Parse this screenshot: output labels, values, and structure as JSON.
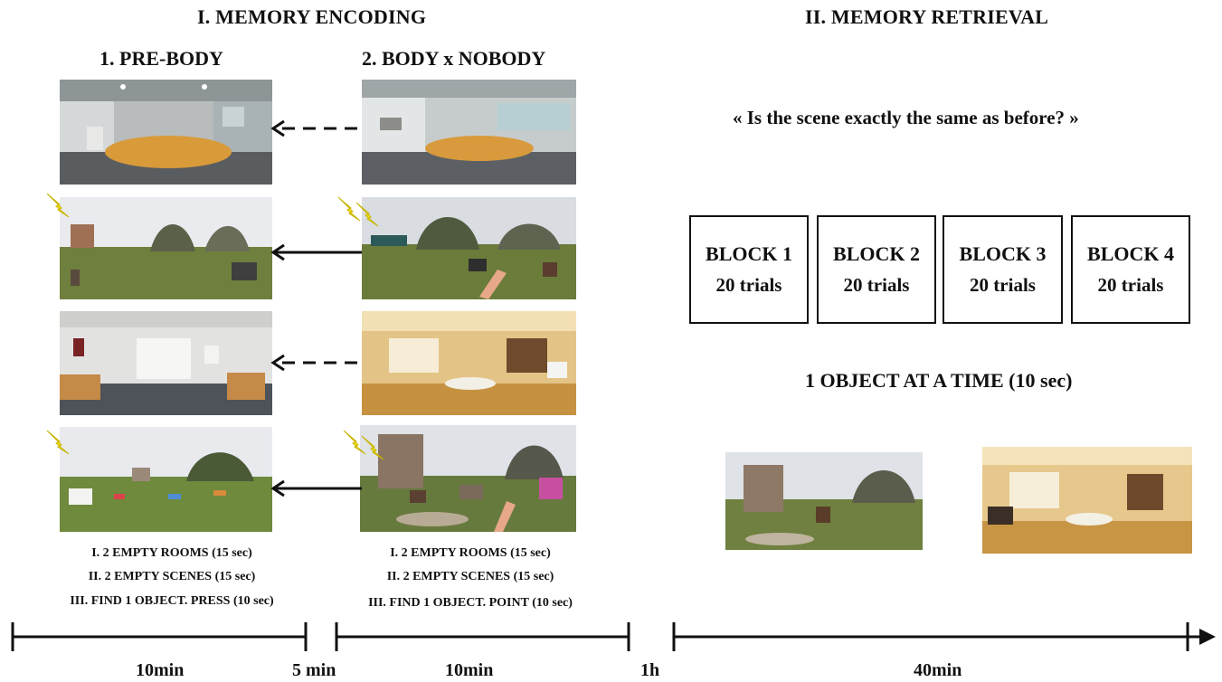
{
  "encoding": {
    "title": "I. MEMORY ENCODING",
    "prebody": {
      "heading": "1. PRE-BODY",
      "captions": [
        "I. 2 EMPTY ROOMS (15 sec)",
        "II. 2 EMPTY SCENES (15 sec)",
        "III. FIND 1 OBJECT. PRESS (10 sec)"
      ]
    },
    "body": {
      "heading": "2. BODY x NOBODY",
      "captions": [
        "I. 2 EMPTY ROOMS (15 sec)",
        "II. 2 EMPTY SCENES (15 sec)",
        "III. FIND 1 OBJECT. POINT (10 sec)"
      ]
    }
  },
  "retrieval": {
    "title": "II. MEMORY RETRIEVAL",
    "question": "« Is the scene exactly the same as before? »",
    "blocks": [
      {
        "name": "BLOCK 1",
        "trials": "20 trials"
      },
      {
        "name": "BLOCK 2",
        "trials": "20 trials"
      },
      {
        "name": "BLOCK 3",
        "trials": "20 trials"
      },
      {
        "name": "BLOCK 4",
        "trials": "20 trials"
      }
    ],
    "object_note": "1 OBJECT AT A TIME (10 sec)"
  },
  "timeline": {
    "labels": [
      "10min",
      "5 min",
      "10min",
      "1h",
      "40min"
    ]
  },
  "icons": {
    "stimulation": "lightning-bolt-icon",
    "arrow_dashed": "dashed-arrow-left-icon",
    "arrow_solid": "solid-arrow-left-icon"
  },
  "colors": {
    "bolt": "#f5e400",
    "line": "#111111"
  }
}
